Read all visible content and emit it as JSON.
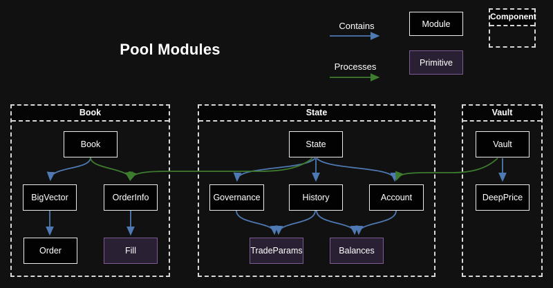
{
  "title": "Pool Modules",
  "colors": {
    "background": "#111112",
    "box_fill": "#020202",
    "box_border": "#ededed",
    "primitive_fill": "#2a2033",
    "primitive_border": "#7d5c95",
    "contains_arrow": "#4e79b2",
    "processes_arrow": "#3e7c2e",
    "container_border": "#d8d8d8",
    "text": "#ffffff"
  },
  "legend": {
    "contains_label": "Contains",
    "processes_label": "Processes",
    "module_label": "Module",
    "primitive_label": "Primitive",
    "component_label": "Component"
  },
  "containers": [
    {
      "title": "Book",
      "nodes": [
        {
          "label": "Book",
          "type": "module"
        },
        {
          "label": "BigVector",
          "type": "module"
        },
        {
          "label": "OrderInfo",
          "type": "module"
        },
        {
          "label": "Order",
          "type": "module"
        },
        {
          "label": "Fill",
          "type": "primitive"
        }
      ]
    },
    {
      "title": "State",
      "nodes": [
        {
          "label": "State",
          "type": "module"
        },
        {
          "label": "Governance",
          "type": "module"
        },
        {
          "label": "History",
          "type": "module"
        },
        {
          "label": "Account",
          "type": "module"
        },
        {
          "label": "TradeParams",
          "type": "primitive"
        },
        {
          "label": "Balances",
          "type": "primitive"
        }
      ]
    },
    {
      "title": "Vault",
      "nodes": [
        {
          "label": "Vault",
          "type": "module"
        },
        {
          "label": "DeepPrice",
          "type": "module"
        }
      ]
    }
  ],
  "edges": [
    {
      "from": "Book",
      "to": "BigVector",
      "type": "contains"
    },
    {
      "from": "BigVector",
      "to": "Order",
      "type": "contains"
    },
    {
      "from": "OrderInfo",
      "to": "Fill",
      "type": "contains"
    },
    {
      "from": "State",
      "to": "Governance",
      "type": "contains"
    },
    {
      "from": "State",
      "to": "History",
      "type": "contains"
    },
    {
      "from": "State",
      "to": "Account",
      "type": "contains"
    },
    {
      "from": "Governance",
      "to": "TradeParams",
      "type": "contains"
    },
    {
      "from": "History",
      "to": "TradeParams",
      "type": "contains"
    },
    {
      "from": "History",
      "to": "Balances",
      "type": "contains"
    },
    {
      "from": "Account",
      "to": "Balances",
      "type": "contains"
    },
    {
      "from": "Vault",
      "to": "DeepPrice",
      "type": "contains"
    },
    {
      "from": "Book",
      "to": "OrderInfo",
      "type": "processes"
    },
    {
      "from": "State",
      "to": "OrderInfo",
      "type": "processes"
    },
    {
      "from": "Vault",
      "to": "Account",
      "type": "processes"
    }
  ]
}
